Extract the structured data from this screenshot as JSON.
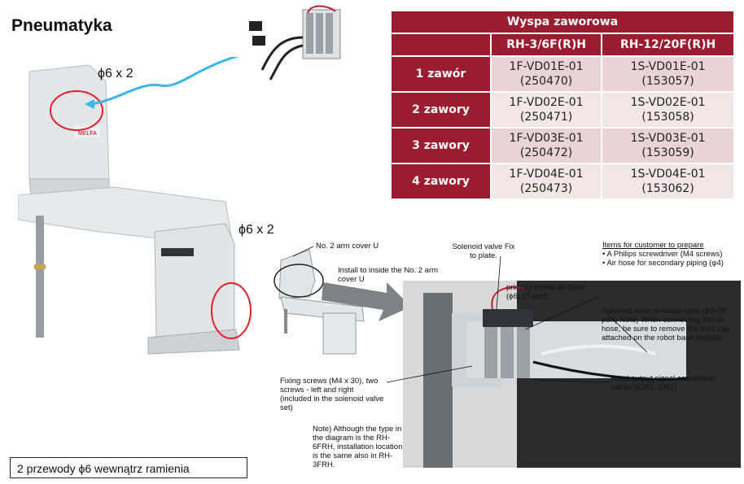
{
  "page_title": "Pneumatyka",
  "robot_labels": {
    "arm_hose": "ϕ6 x 2",
    "base_hose": "ϕ6 x 2"
  },
  "table": {
    "title": "Wyspa zaworowa",
    "columns": [
      "RH-3/6F(R)H",
      "RH-12/20F(R)H"
    ],
    "rows": [
      {
        "label": "1 zawór",
        "a": [
          "1F-VD01E-01",
          "(250470)"
        ],
        "b": [
          "1S-VD01E-01",
          "(153057)"
        ]
      },
      {
        "label": "2 zawory",
        "a": [
          "1F-VD02E-01",
          "(250471)"
        ],
        "b": [
          "1S-VD02E-01",
          "(153058)"
        ]
      },
      {
        "label": "3 zawory",
        "a": [
          "1F-VD03E-01",
          "(250472)"
        ],
        "b": [
          "1S-VD03E-01",
          "(153059)"
        ]
      },
      {
        "label": "4 zawory",
        "a": [
          "1F-VD04E-01",
          "(250473)"
        ],
        "b": [
          "1S-VD04E-01",
          "(153062)"
        ]
      }
    ],
    "colors": {
      "header": "#9b1c2e",
      "cell": "#e9d3d6"
    }
  },
  "diagram": {
    "arm_cover": "No. 2 arm cover U",
    "install": "Install to inside the No. 2 arm cover U",
    "solenoid": "Solenoid valve Fix to plate.",
    "primary_hose": "primary piping air hose (ϕ6) (P port)",
    "exhaust_hose": "Solenoid valve exhaust hose (ϕ6) (R port) Note) When connecting this air hose, be sure to remove the dust cap attached on the robot base section.",
    "fixing_screws": "Fixing screws (M4 x 30), two screws - left and right (included in the solenoid valve set)",
    "hand_output": "Hand output signal connection cables (GR1, GR2)",
    "note_type": "Note) Although the type in the diagram is the RH-6FRH, installation location is the same also in RH-3FRH."
  },
  "legend": {
    "title": "Items for customer to prepare",
    "items": [
      "• A Philips screwdriver (M4 screws)",
      "• Air hose for secondary piping (φ4)"
    ]
  },
  "footer_note": "2 przewody ϕ6 wewnątrz ramienia"
}
